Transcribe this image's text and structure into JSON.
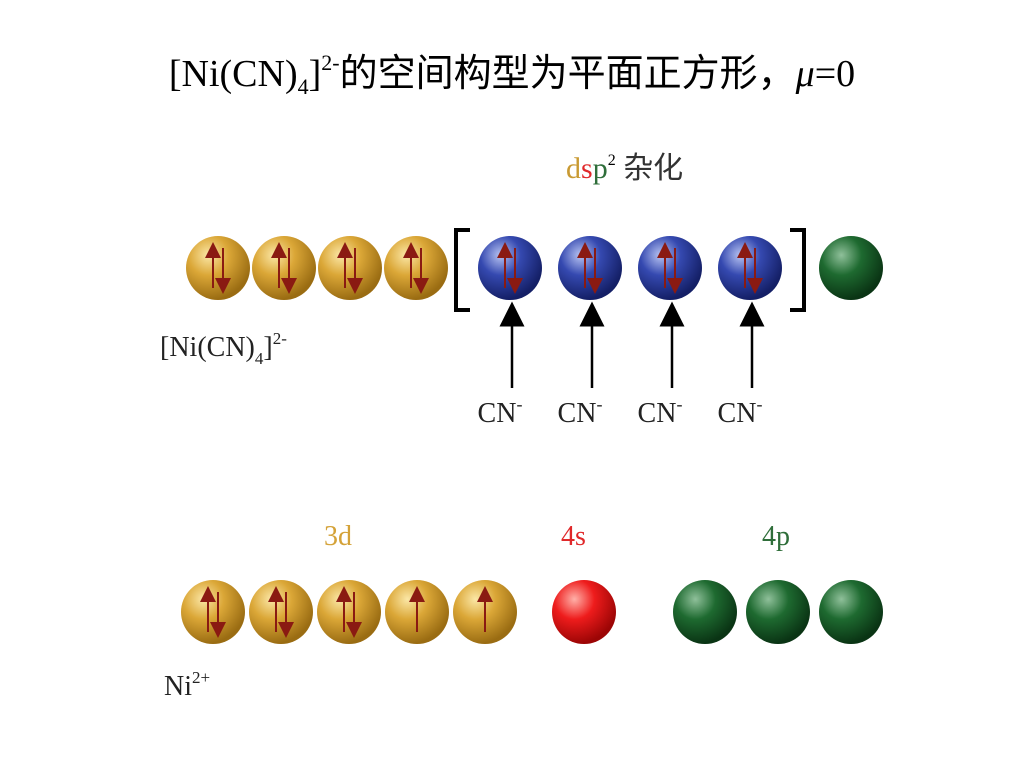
{
  "title": {
    "formula_open": "[Ni(CN)",
    "formula_sub": "4",
    "formula_close": "]",
    "formula_sup": "2-",
    "text": "的空间构型为平面正方形，",
    "mu_symbol": "μ",
    "mu_value": "=0"
  },
  "hybrid_label": {
    "d": "d",
    "s": "s",
    "p": "p",
    "sup": "2",
    "text": " 杂化"
  },
  "complex": {
    "label_open": "[Ni(CN)",
    "label_sub": "4",
    "label_close": "]",
    "label_sup": "2-",
    "d_orbitals": [
      {
        "electrons": "paired"
      },
      {
        "electrons": "paired"
      },
      {
        "electrons": "paired"
      },
      {
        "electrons": "paired"
      }
    ],
    "hybrid_orbitals": [
      {
        "electrons": "paired",
        "ligand": "CN",
        "charge": "-"
      },
      {
        "electrons": "paired",
        "ligand": "CN",
        "charge": "-"
      },
      {
        "electrons": "paired",
        "ligand": "CN",
        "charge": "-"
      },
      {
        "electrons": "paired",
        "ligand": "CN",
        "charge": "-"
      }
    ],
    "empty_p_orbitals": 1
  },
  "ion": {
    "label": "Ni",
    "label_sup": "2+",
    "d_label": "3d",
    "s_label": "4s",
    "p_label": "4p",
    "d_orbitals": [
      {
        "electrons": "paired"
      },
      {
        "electrons": "paired"
      },
      {
        "electrons": "paired"
      },
      {
        "electrons": "up"
      },
      {
        "electrons": "up"
      }
    ],
    "s_orbitals": 1,
    "p_orbitals": 3
  },
  "colors": {
    "d": "#d9a22a",
    "s": "#e11b1b",
    "p": "#1a5c2a",
    "hybrid": "#2b3d9a",
    "electron_arrow": "#8a1a12",
    "d_label": "#d4a238",
    "s_label": "#e0282a",
    "p_label": "#2f6e3a"
  }
}
